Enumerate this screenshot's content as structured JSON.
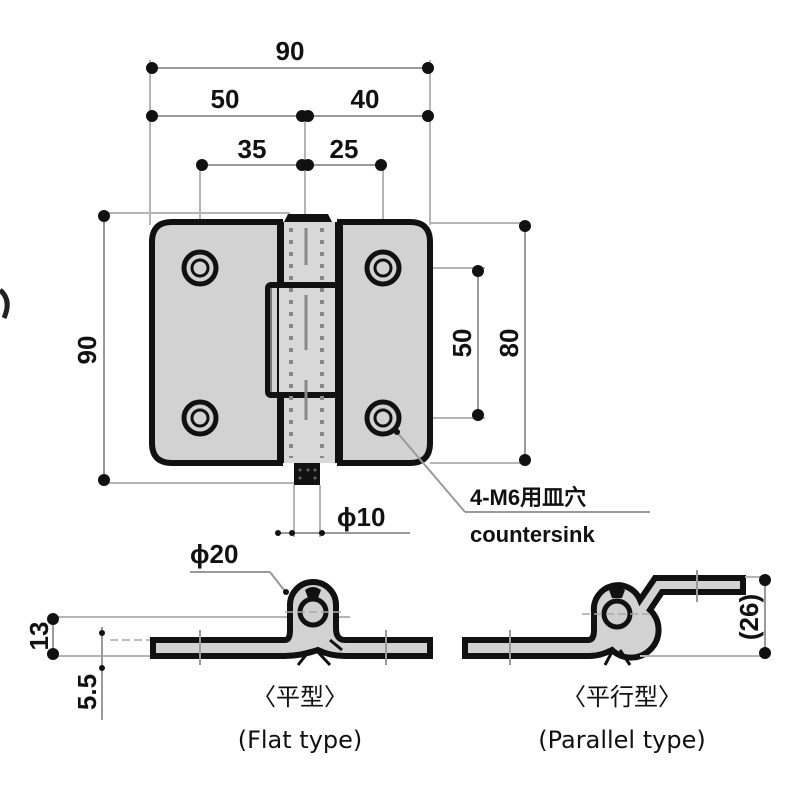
{
  "drawing": {
    "title": "Hinge dimensional drawing",
    "top_view": {
      "overall_width": "90",
      "left_leaf_width": "50",
      "right_leaf_width": "40",
      "left_hole_offset": "35",
      "right_hole_offset": "25",
      "overall_height": "90",
      "leaf_height": "80",
      "hole_pitch_vertical": "50",
      "pin_diameter": "ϕ10",
      "hole_note_jp": "4-M6用皿穴",
      "hole_note_en": "countersink"
    },
    "flat_type": {
      "knuckle_diameter": "ϕ20",
      "height_dim": "13",
      "thickness_dim": "5.5",
      "label_jp": "〈平型〉",
      "label_en": "(Flat type)"
    },
    "parallel_type": {
      "offset_height": "(26)",
      "label_jp": "〈平行型〉",
      "label_en": "(Parallel type)"
    },
    "colors": {
      "line": "#111111",
      "fill": "#d2d2d2",
      "dimension": "#9a9a9a"
    }
  }
}
